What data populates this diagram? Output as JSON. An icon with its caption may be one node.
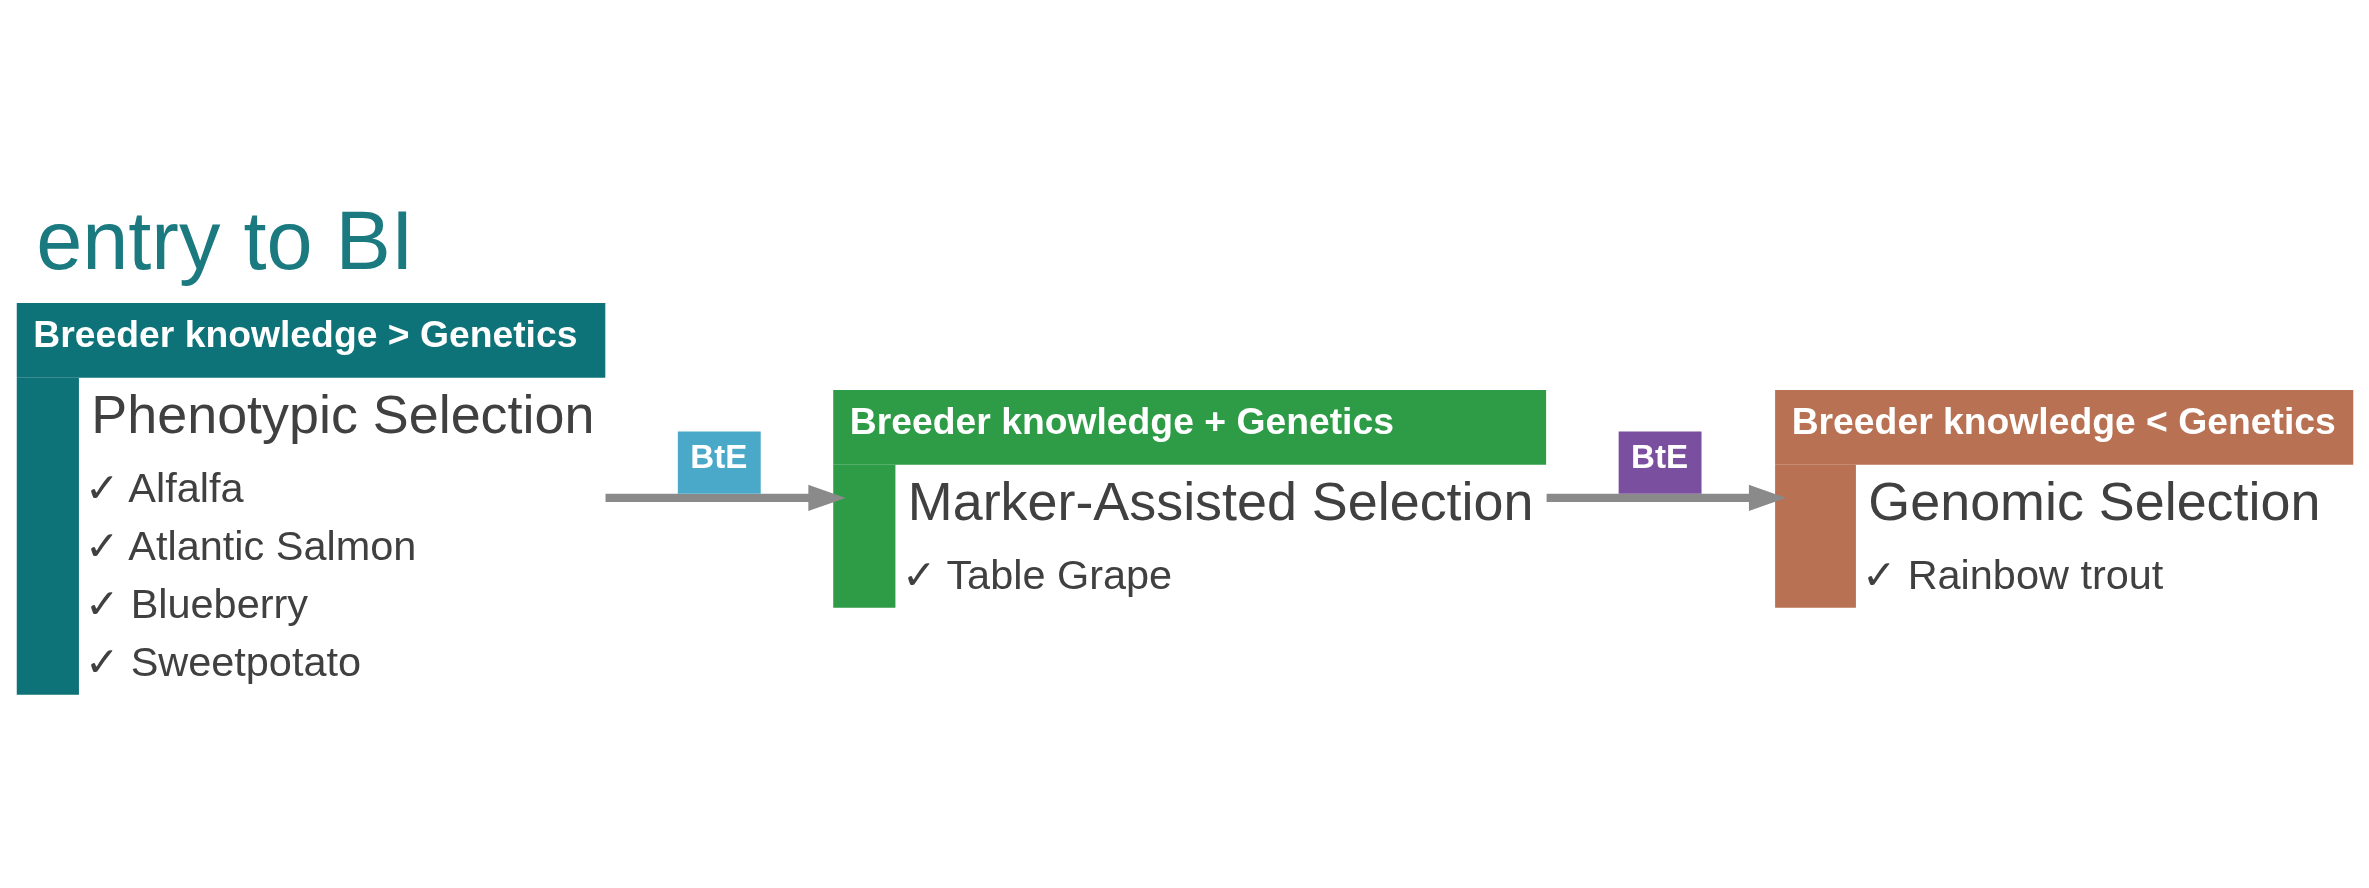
{
  "diagram": {
    "title": "entry to BI",
    "nodes": [
      {
        "text": [
          "Breeder knowledge > Genetics",
          "Phenotypic Selection",
          "✓ Alfalfa",
          "✓ Atlantic Salmon",
          "✓ Blueberry",
          "✓ Sweetpotato"
        ]
      },
      {
        "text": [
          "Breeder knowledge + Genetics",
          "Marker-Assisted Selection",
          "✓ Table Grape"
        ]
      },
      {
        "text": [
          "Breeder knowledge < Genetics",
          "Genomic Selection",
          "✓ Rainbow trout"
        ]
      }
    ],
    "edges": [
      {
        "from": 0,
        "to": 1,
        "arrow": "to",
        "label": "BtE"
      },
      {
        "from": 1,
        "to": 2,
        "arrow": "to",
        "label": "BtE"
      }
    ]
  }
}
